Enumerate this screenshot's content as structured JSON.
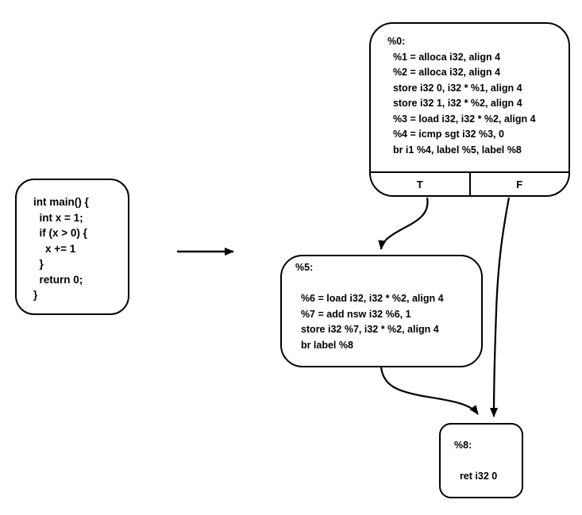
{
  "colors": {
    "background": "#ffffff",
    "stroke": "#000000",
    "text": "#000000"
  },
  "source": {
    "lines": [
      "int main() {",
      "  int x = 1;",
      "  if (x > 0) {",
      "    x += 1",
      "  }",
      "  return 0;",
      "}"
    ]
  },
  "blocks": {
    "b0": {
      "lines": [
        "%0:",
        "  %1 = alloca i32, align 4",
        "  %2 = alloca i32, align 4",
        "  store i32 0, i32 * %1, align 4",
        "  store i32 1, i32 * %2, align 4",
        "  %3 = load i32, i32 * %2, align 4",
        "  %4 = icmp sgt i32 %3, 0",
        "  br i1 %4, label %5, label %8"
      ],
      "true_label": "T",
      "false_label": "F"
    },
    "b5": {
      "lines": [
        "%5:",
        "",
        "  %6 = load i32, i32 * %2, align 4",
        "  %7 = add nsw i32 %6, 1",
        "  store i32 %7, i32 * %2, align 4",
        "  br label %8"
      ]
    },
    "b8": {
      "lines": [
        "%8:",
        "",
        "  ret i32 0"
      ]
    }
  }
}
